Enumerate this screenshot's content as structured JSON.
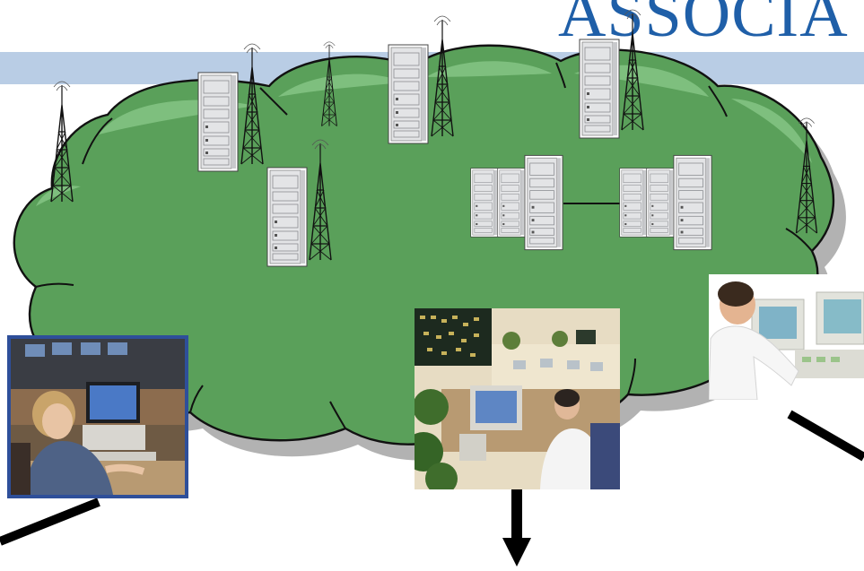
{
  "header": {
    "title": "ASSOCIA"
  },
  "colors": {
    "cloud_fill": "#5aa05a",
    "cloud_highlight": "#7ebf7e",
    "cloud_shadow": "#b2b2b2",
    "title_text": "#1f5fa8",
    "title_bar": "#b9cde5",
    "tower_line": "#111111",
    "rack_fill": "#e6e6e6",
    "arrow": "#000000"
  },
  "icons": {
    "tower": "radio-tower-icon",
    "rack": "equipment-rack-icon",
    "arrow": "down-arrow-icon"
  },
  "diagram": {
    "towers": 7,
    "single_racks": 4,
    "rack_groups": 2,
    "racks_per_group": 3,
    "dispatch_photos": 3
  }
}
